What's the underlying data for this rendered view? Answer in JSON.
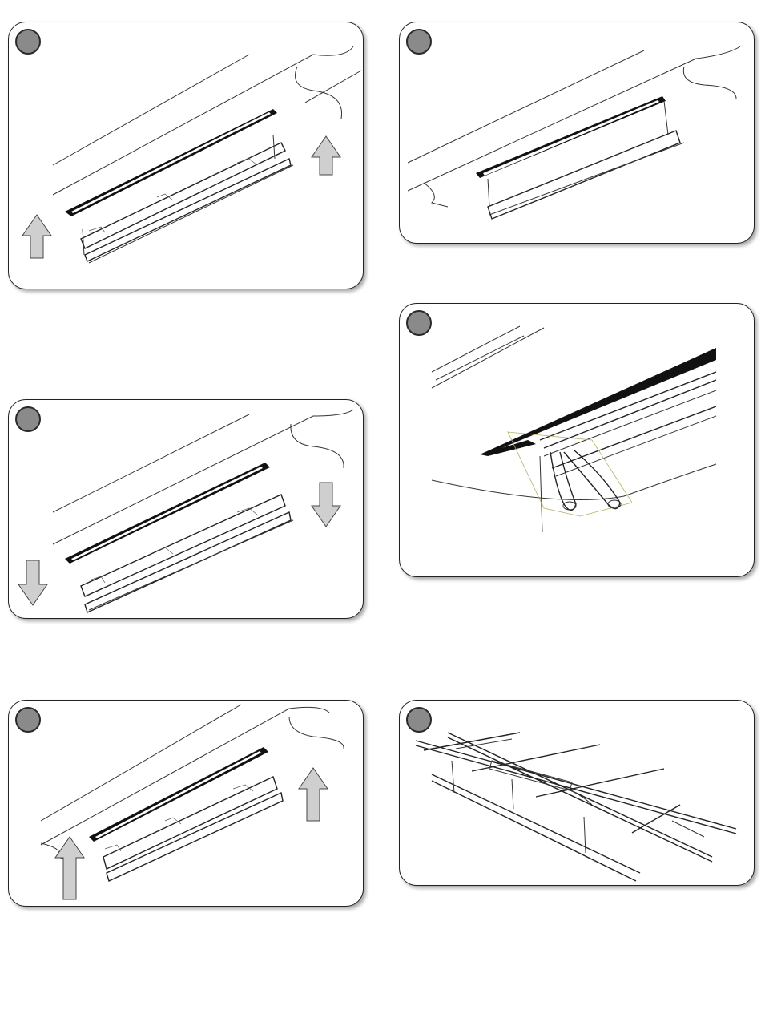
{
  "page": {
    "background": "#ffffff"
  },
  "style": {
    "step_dot_color": "#8a8a8a",
    "arrow_fill": "#cfcfcf",
    "line_color": "#333333"
  },
  "panels": [
    {
      "id": "panel-1",
      "icon": "install-luminaire-up-illustration",
      "arrows": "up"
    },
    {
      "id": "panel-2",
      "icon": "luminaire-in-slot-illustration",
      "arrows": "none"
    },
    {
      "id": "panel-3",
      "icon": "remove-luminaire-down-illustration",
      "arrows": "down"
    },
    {
      "id": "panel-4",
      "icon": "pliers-clip-wire-illustration",
      "arrows": "none"
    },
    {
      "id": "panel-5",
      "icon": "reinstall-luminaire-up-illustration",
      "arrows": "up"
    },
    {
      "id": "panel-6",
      "icon": "ceiling-grid-suspension-illustration",
      "arrows": "none"
    }
  ]
}
